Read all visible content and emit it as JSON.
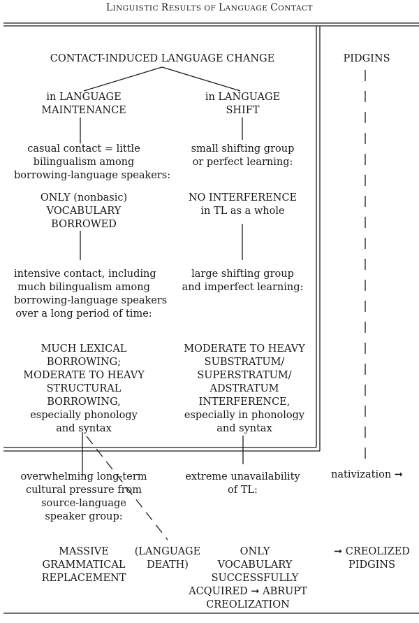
{
  "header": {
    "title_parts": [
      "L",
      "INGUISTIC ",
      "R",
      "ESULTS OF ",
      "L",
      "ANGUAGE ",
      "C",
      "ONTACT"
    ]
  },
  "diagram": {
    "root": [
      "CONTACT-INDUCED LANGUAGE CHANGE"
    ],
    "maintenance": {
      "branch": [
        "in LANGUAGE",
        "MAINTENANCE"
      ],
      "condition1": [
        "casual contact = little",
        "bilingualism among",
        "borrowing-language speakers:"
      ],
      "result1": [
        "ONLY (nonbasic)",
        "VOCABULARY",
        "BORROWED"
      ],
      "condition2": [
        "intensive contact, including",
        "much bilingualism among",
        "borrowing-language speakers",
        "over a long period of time:"
      ],
      "result2": [
        "MUCH LEXICAL",
        "BORROWING;",
        "MODERATE TO HEAVY",
        "STRUCTURAL",
        "BORROWING,",
        "especially phonology",
        "and syntax"
      ],
      "condition3": [
        "overwhelming long-term",
        "cultural pressure from",
        "source-language",
        "speaker group:"
      ],
      "result3": [
        "MASSIVE",
        "GRAMMATICAL",
        "REPLACEMENT"
      ],
      "death": [
        "(LANGUAGE",
        "DEATH)"
      ]
    },
    "shift": {
      "branch": [
        "in LANGUAGE",
        "SHIFT"
      ],
      "condition1": [
        "small shifting group",
        "or perfect learning:"
      ],
      "result1": [
        "NO INTERFERENCE",
        "in TL as a whole"
      ],
      "condition2": [
        "large shifting group",
        "and imperfect learning:"
      ],
      "result2": [
        "MODERATE TO HEAVY",
        "SUBSTRATUM/",
        "SUPERSTRATUM/",
        "ADSTRATUM",
        "INTERFERENCE,",
        "especially in phonology",
        "and syntax"
      ],
      "condition3": [
        "extreme unavailability",
        "of TL:"
      ],
      "result3": [
        "ONLY",
        "VOCABULARY",
        "SUCCESSFULLY"
      ],
      "acquired": [
        "ACQUIRED ➞ ABRUPT",
        "CREOLIZATION"
      ]
    },
    "pidgins": {
      "title": [
        "PIDGINS"
      ],
      "nativization": [
        "nativization ➞"
      ],
      "creolized": [
        "➞ CREOLIZED",
        "PIDGINS"
      ]
    }
  }
}
